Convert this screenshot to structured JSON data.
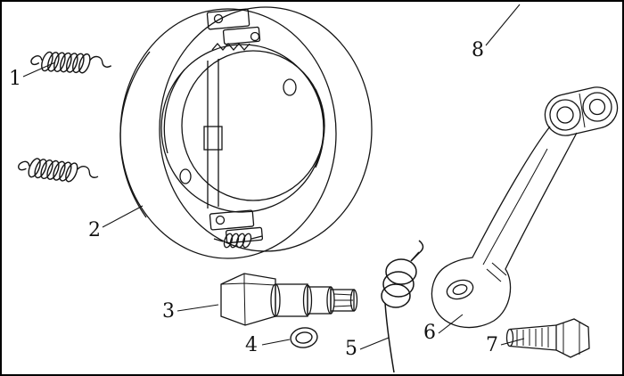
{
  "diagram": {
    "type": "exploded-parts-line-drawing",
    "background_color": "#ffffff",
    "line_color": "#141414",
    "callouts": [
      {
        "number": "1",
        "part": "tension-spring-pair"
      },
      {
        "number": "2",
        "part": "brake-shoe-assembly"
      },
      {
        "number": "3",
        "part": "brake-camshaft"
      },
      {
        "number": "4",
        "part": "o-ring"
      },
      {
        "number": "5",
        "part": "return-spring"
      },
      {
        "number": "6",
        "part": "brake-arm-lever"
      },
      {
        "number": "7",
        "part": "hex-bolt"
      },
      {
        "number": "8",
        "part": "reference-leader-off-screen"
      }
    ]
  }
}
